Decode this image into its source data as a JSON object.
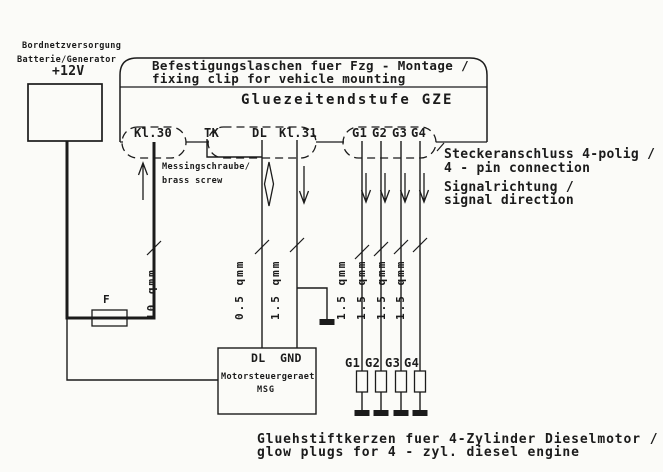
{
  "colors": {
    "ink": "#1b1b1b",
    "background": "#fbfbf8"
  },
  "power_supply": {
    "line1": "Bordnetzversorgung",
    "line2": "Batterie/Generator",
    "voltage": "+12V"
  },
  "control_unit": {
    "mounting_note_de": "Befestigungslaschen fuer Fzg - Montage /",
    "mounting_note_en": "fixing clip for vehicle mounting",
    "title": "Gluezeitendstufe GZE"
  },
  "terminals": {
    "kl30": "Kl.30",
    "tk": "TK",
    "dl": "DL",
    "kl31": "Kl.31",
    "g1": "G1",
    "g2": "G2",
    "g3": "G3",
    "g4": "G4"
  },
  "annotations": {
    "brass_screw_de": "Messingschraube/",
    "brass_screw_en": "brass screw",
    "connector_de": "Steckeranschluss 4-polig /",
    "connector_en": "4 - pin connection",
    "signal_de": "Signalrichtung /",
    "signal_en": "signal direction"
  },
  "wire_gauges": {
    "battery": "10 qmm",
    "dl": "0.5 qmm",
    "kl31": "1.5 qmm",
    "g1": "1.5 qmm",
    "g2": "1.5 qmm",
    "g3": "1.5 qmm",
    "g4": "1.5 qmm"
  },
  "fuse": {
    "label": "F"
  },
  "ecu": {
    "pin_dl": "DL",
    "pin_gnd": "GND",
    "name_de": "Motorsteuergeraet",
    "abbr": "MSG"
  },
  "glow_plugs": {
    "g1": "G1",
    "g2": "G2",
    "g3": "G3",
    "g4": "G4",
    "caption_de": "Gluehstiftkerzen fuer 4-Zylinder Dieselmotor /",
    "caption_en": "glow plugs for 4 - zyl. diesel engine"
  }
}
